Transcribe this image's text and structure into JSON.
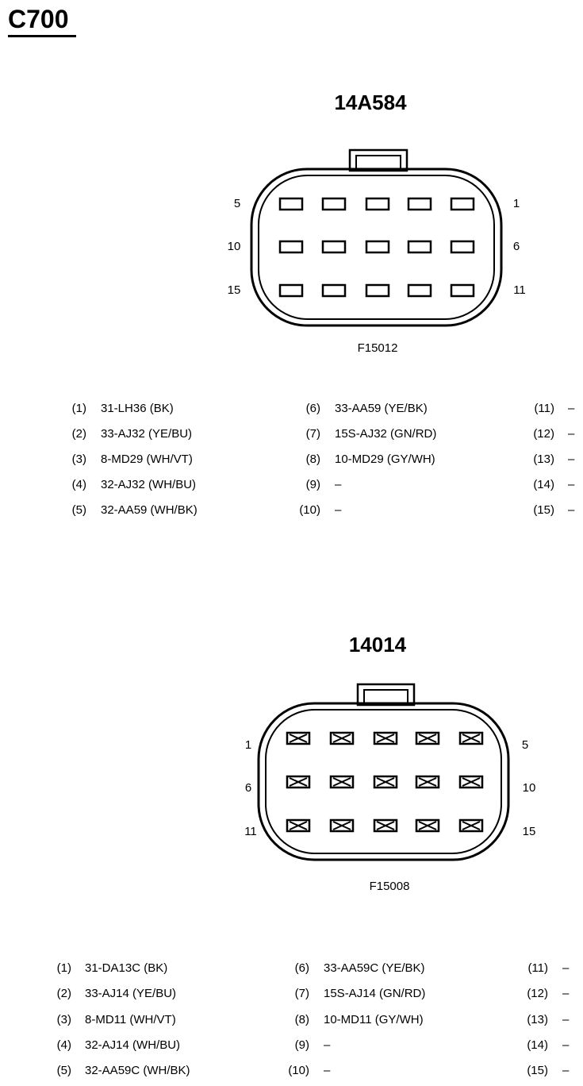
{
  "title": "C700",
  "connectors": [
    {
      "name": "14A584",
      "figure_id": "F15012",
      "style": "female",
      "pin_labels": {
        "top_left": "5",
        "top_right": "1",
        "mid_left": "10",
        "mid_right": "6",
        "bot_left": "15",
        "bot_right": "11"
      },
      "pins": [
        {
          "num": "(1)",
          "circuit": "31-LH36 (BK)"
        },
        {
          "num": "(2)",
          "circuit": "33-AJ32 (YE/BU)"
        },
        {
          "num": "(3)",
          "circuit": "8-MD29 (WH/VT)"
        },
        {
          "num": "(4)",
          "circuit": "32-AJ32 (WH/BU)"
        },
        {
          "num": "(5)",
          "circuit": "32-AA59 (WH/BK)"
        },
        {
          "num": "(6)",
          "circuit": "33-AA59 (YE/BK)"
        },
        {
          "num": "(7)",
          "circuit": "15S-AJ32 (GN/RD)"
        },
        {
          "num": "(8)",
          "circuit": "10-MD29 (GY/WH)"
        },
        {
          "num": "(9)",
          "circuit": "–"
        },
        {
          "num": "(10)",
          "circuit": "–"
        },
        {
          "num": "(11)",
          "circuit": "–"
        },
        {
          "num": "(12)",
          "circuit": "–"
        },
        {
          "num": "(13)",
          "circuit": "–"
        },
        {
          "num": "(14)",
          "circuit": "–"
        },
        {
          "num": "(15)",
          "circuit": "–"
        }
      ]
    },
    {
      "name": "14014",
      "figure_id": "F15008",
      "style": "male",
      "pin_labels": {
        "top_left": "1",
        "top_right": "5",
        "mid_left": "6",
        "mid_right": "10",
        "bot_left": "11",
        "bot_right": "15"
      },
      "pins": [
        {
          "num": "(1)",
          "circuit": "31-DA13C (BK)"
        },
        {
          "num": "(2)",
          "circuit": "33-AJ14 (YE/BU)"
        },
        {
          "num": "(3)",
          "circuit": "8-MD11 (WH/VT)"
        },
        {
          "num": "(4)",
          "circuit": "32-AJ14 (WH/BU)"
        },
        {
          "num": "(5)",
          "circuit": "32-AA59C (WH/BK)"
        },
        {
          "num": "(6)",
          "circuit": "33-AA59C (YE/BK)"
        },
        {
          "num": "(7)",
          "circuit": "15S-AJ14 (GN/RD)"
        },
        {
          "num": "(8)",
          "circuit": "10-MD11 (GY/WH)"
        },
        {
          "num": "(9)",
          "circuit": "–"
        },
        {
          "num": "(10)",
          "circuit": "–"
        },
        {
          "num": "(11)",
          "circuit": "–"
        },
        {
          "num": "(12)",
          "circuit": "–"
        },
        {
          "num": "(13)",
          "circuit": "–"
        },
        {
          "num": "(14)",
          "circuit": "–"
        },
        {
          "num": "(15)",
          "circuit": "–"
        }
      ]
    }
  ]
}
